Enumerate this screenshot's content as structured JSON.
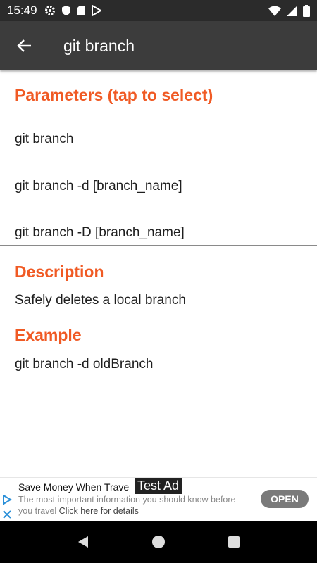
{
  "status": {
    "time": "15:49"
  },
  "appbar": {
    "title": "git branch"
  },
  "parameters": {
    "heading": "Parameters (tap to select)",
    "items": [
      "git branch",
      "git branch -d [branch_name]",
      "git branch -D [branch_name]"
    ]
  },
  "description": {
    "heading": "Description",
    "text": "Safely deletes a local branch"
  },
  "example": {
    "heading": "Example",
    "text": "git branch -d oldBranch"
  },
  "ad": {
    "title": "Save Money When Trave",
    "badge": "Test Ad",
    "desc": "The most important information you should know before you travel ",
    "link": "Click here for details",
    "button": "OPEN"
  },
  "colors": {
    "accent": "#f05a24",
    "appbar": "#3c3c3c",
    "statusbar": "#2b2b2b"
  },
  "icons": [
    "gear-icon",
    "shield-icon",
    "sd-card-icon",
    "play-store-icon",
    "wifi-icon",
    "signal-icon",
    "battery-icon",
    "back-arrow-icon",
    "ad-choices-icon",
    "close-icon",
    "nav-back-icon",
    "nav-home-icon",
    "nav-recents-icon"
  ]
}
